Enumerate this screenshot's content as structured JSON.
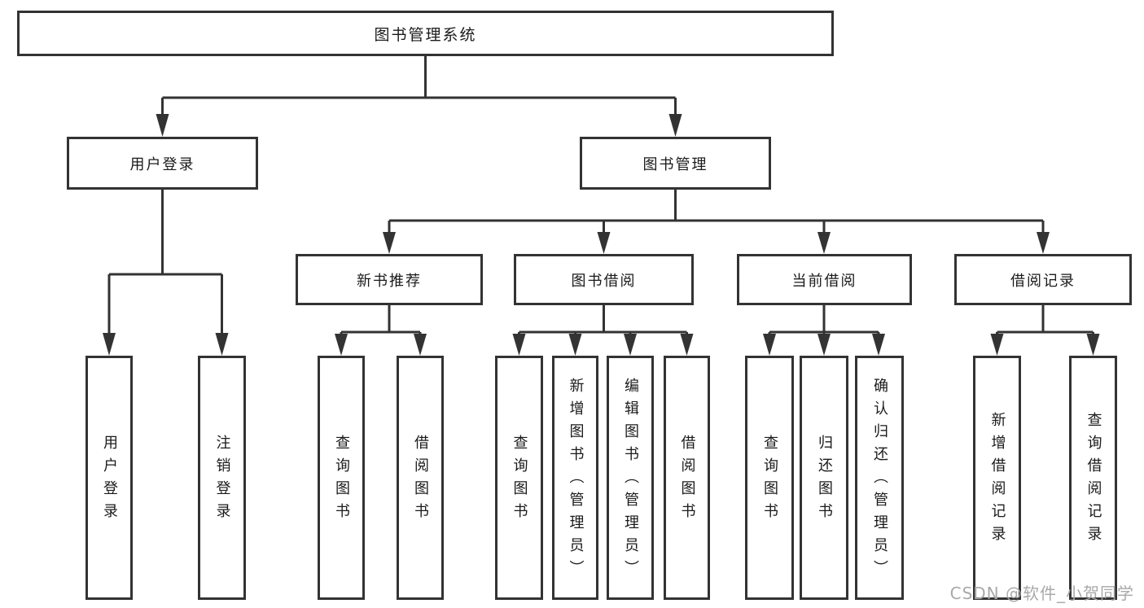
{
  "nodes": {
    "root": "图书管理系统",
    "user_login": "用户登录",
    "book_mgmt": "图书管理",
    "new_books": "新书推荐",
    "book_borrow": "图书借阅",
    "current_borrow": "当前借阅",
    "borrow_records": "借阅记录",
    "ul_user_login": "用户登录",
    "ul_logout": "注销登录",
    "nb_query_book": "查询图书",
    "nb_borrow_book": "借阅图书",
    "bb_query_book": "查询图书",
    "bb_add_book": "新增图书（管理员）",
    "bb_edit_book": "编辑图书（管理员）",
    "bb_borrow_book": "借阅图书",
    "cb_query_book": "查询图书",
    "cb_return_book": "归还图书",
    "cb_confirm_return": "确认归还（管理员）",
    "br_add_record": "新增借阅记录",
    "br_query_record": "查询借阅记录"
  },
  "watermark": "CSDN @软件_小贺同学",
  "colors": {
    "line": "#333333",
    "text": "#1a1a1a",
    "watermark": "#a9a9a9",
    "background": "#ffffff"
  }
}
